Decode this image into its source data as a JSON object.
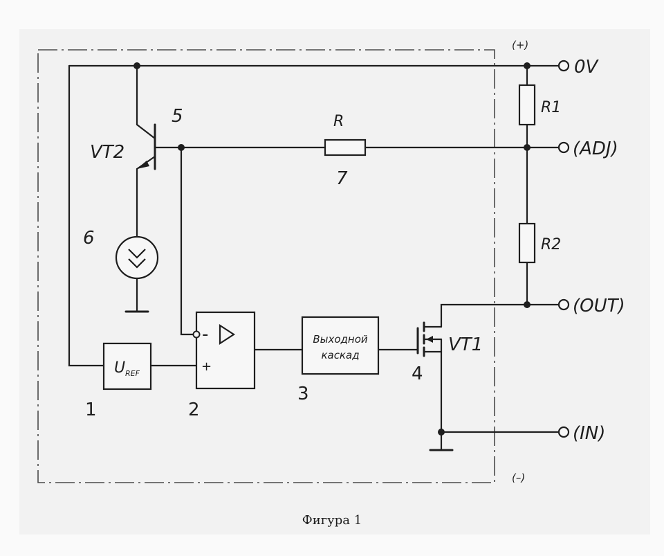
{
  "diagram": {
    "terminals": {
      "plus": "(+)",
      "minus": "(–)",
      "ov": "0V",
      "adj": "(ADJ)",
      "out": "(OUT)",
      "in": "(IN)"
    },
    "components": {
      "r1": "R1",
      "r2": "R2",
      "r": "R",
      "vt2": "VT2",
      "vt1": "VT1",
      "uref_main": "U",
      "uref_sub": "REF",
      "output_stage_line1": "Выходной",
      "output_stage_line2": "каскад",
      "opamp_minus": "-",
      "opamp_plus": "+"
    },
    "callouts": {
      "n1": "1",
      "n2": "2",
      "n3": "3",
      "n4": "4",
      "n5": "5",
      "n6": "6",
      "n7": "7"
    },
    "caption": "Фигура 1"
  }
}
